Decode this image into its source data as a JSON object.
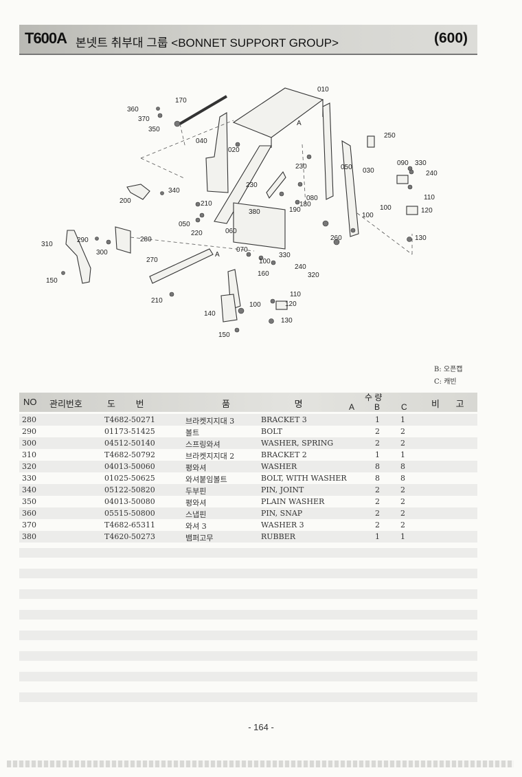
{
  "header": {
    "model": "T600A",
    "title": "본넷트 취부대 그룹 <BONNET SUPPORT GROUP>",
    "group": "(600)"
  },
  "diagram": {
    "labels": [
      "010",
      "020",
      "030",
      "040",
      "050",
      "050",
      "060",
      "070",
      "080",
      "090",
      "100",
      "100",
      "100",
      "100",
      "110",
      "110",
      "120",
      "120",
      "130",
      "130",
      "140",
      "150",
      "150",
      "160",
      "170",
      "180",
      "190",
      "200",
      "210",
      "210",
      "220",
      "230",
      "230",
      "240",
      "240",
      "250",
      "260",
      "270",
      "280",
      "290",
      "300",
      "310",
      "320",
      "330",
      "330",
      "340",
      "350",
      "360",
      "370",
      "380",
      "A",
      "A"
    ]
  },
  "legend": {
    "b": "B: 오픈캡",
    "c": "C: 캐빈"
  },
  "table": {
    "headers": {
      "no": "NO",
      "code": "관리번호",
      "drawing": "도 번",
      "name": "품 명",
      "qty": "수 량",
      "a": "A",
      "b": "B",
      "c": "C",
      "remark": "비 고"
    },
    "rows": [
      {
        "no": "280",
        "code": "T4682-50271",
        "kor": "브라켓지지대 3",
        "eng": "BRACKET 3",
        "a": "",
        "b": "1",
        "c": "1"
      },
      {
        "no": "290",
        "code": "01173-51425",
        "kor": "볼트",
        "eng": "BOLT",
        "a": "",
        "b": "2",
        "c": "2"
      },
      {
        "no": "300",
        "code": "04512-50140",
        "kor": "스프링와셔",
        "eng": "WASHER, SPRING",
        "a": "",
        "b": "2",
        "c": "2"
      },
      {
        "no": "310",
        "code": "T4682-50792",
        "kor": "브라켓지지대 2",
        "eng": "BRACKET 2",
        "a": "",
        "b": "1",
        "c": "1"
      },
      {
        "no": "320",
        "code": "04013-50060",
        "kor": "평와셔",
        "eng": "WASHER",
        "a": "",
        "b": "8",
        "c": "8"
      },
      {
        "no": "330",
        "code": "01025-50625",
        "kor": "와셔붙임볼트",
        "eng": "BOLT, WITH WASHER",
        "a": "",
        "b": "8",
        "c": "8"
      },
      {
        "no": "340",
        "code": "05122-50820",
        "kor": "두부핀",
        "eng": "PIN, JOINT",
        "a": "",
        "b": "2",
        "c": "2"
      },
      {
        "no": "350",
        "code": "04013-50080",
        "kor": "평와셔",
        "eng": "PLAIN WASHER",
        "a": "",
        "b": "2",
        "c": "2"
      },
      {
        "no": "360",
        "code": "05515-50800",
        "kor": "스냅핀",
        "eng": "PIN, SNAP",
        "a": "",
        "b": "2",
        "c": "2"
      },
      {
        "no": "370",
        "code": "T4682-65311",
        "kor": "와셔 3",
        "eng": "WASHER 3",
        "a": "",
        "b": "2",
        "c": "2"
      },
      {
        "no": "380",
        "code": "T4620-50273",
        "kor": "뱀퍼고무",
        "eng": "RUBBER",
        "a": "",
        "b": "1",
        "c": "1"
      }
    ]
  },
  "page_number": "- 164 -"
}
